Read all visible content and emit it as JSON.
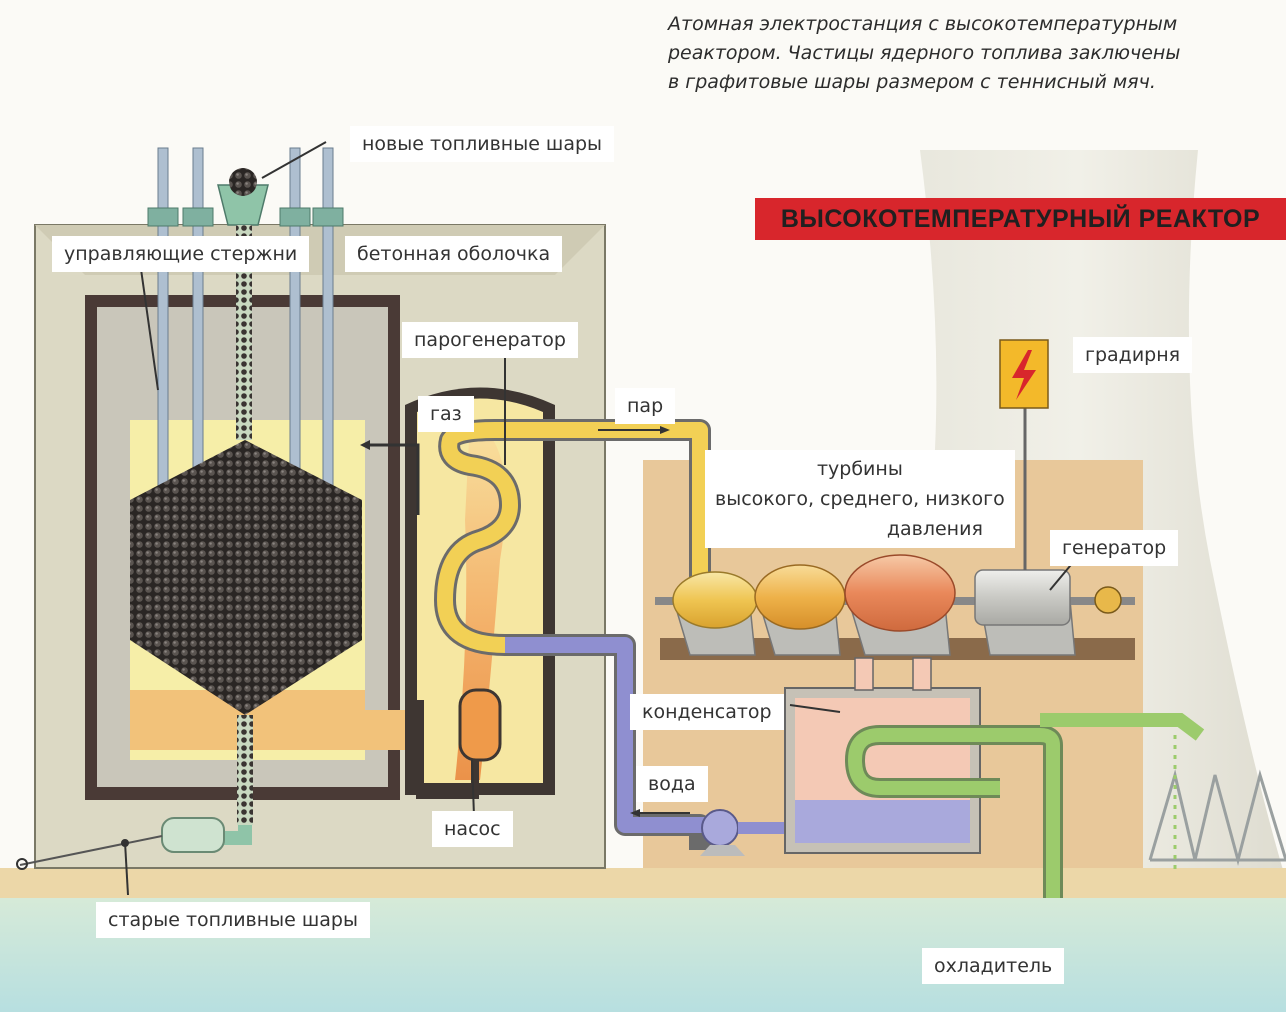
{
  "caption": {
    "line1": "Атомная электростанция с высокотемпературным",
    "line2": "реактором. Частицы ядерного топлива заключены",
    "line3": "в графитовые шары размером с теннисный мяч."
  },
  "title": "ВЫСОКОТЕМПЕРАТУРНЫЙ РЕАКТОР",
  "labels": {
    "new_fuel": "новые топливные шары",
    "control_rods": "управляющие стержни",
    "concrete_shell": "бетонная оболочка",
    "steam_generator": "парогенератор",
    "gas": "газ",
    "steam": "пар",
    "turbines_line1": "турбины",
    "turbines_line2": "высокого, среднего, низкого",
    "turbines_line3": "давления",
    "generator": "генератор",
    "cooling_tower": "градирня",
    "condenser": "конденсатор",
    "water": "вода",
    "pump": "насос",
    "old_fuel": "старые топливные шары",
    "coolant": "охладитель"
  },
  "colors": {
    "banner": "#d8262c",
    "steam_pipe": "#f2d055",
    "water_pipe": "#8f8fd0",
    "coolant_pipe": "#8dbf5c",
    "gas_flow": "#ef8a3c",
    "building": "#e8c89a",
    "concrete": "#dcd9c4",
    "core": "#2e2a28",
    "voltage_sign": "#f3b92a"
  }
}
